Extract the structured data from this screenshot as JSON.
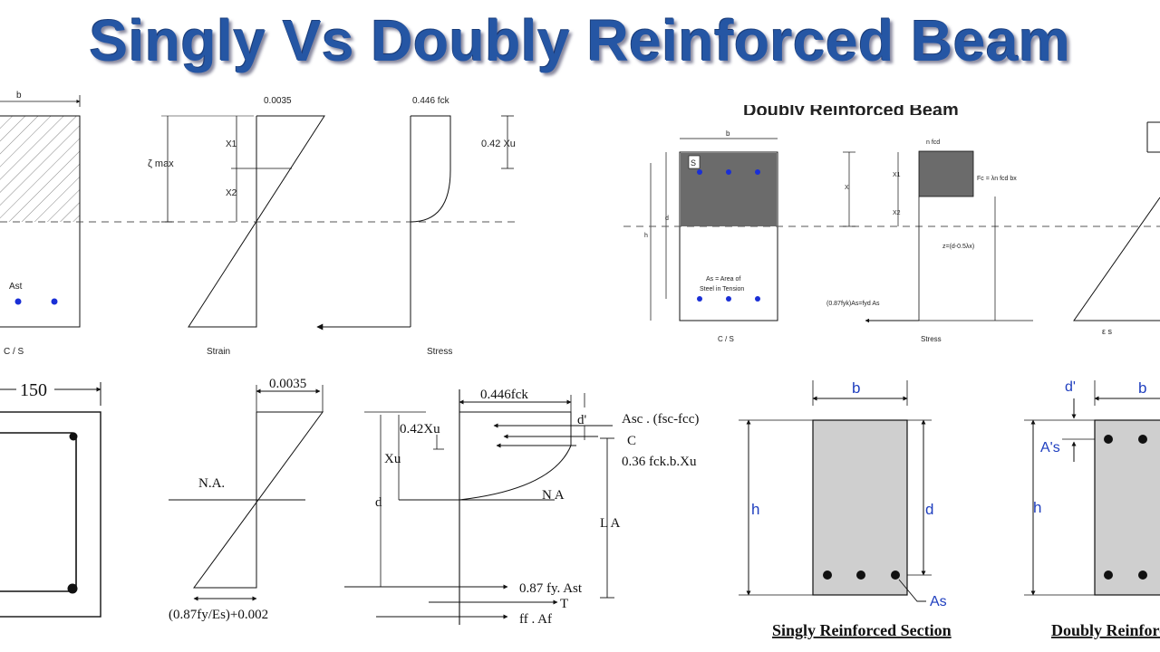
{
  "title": "Singly Vs Doubly Reinforced Beam",
  "colors": {
    "title": "#2556a4",
    "rebar_dot": "#1a2fd6",
    "label_blue": "#1f3fbf",
    "section_fill": "#cfcfcf",
    "compression_block": "#6b6b6b"
  },
  "top_left": {
    "dim_b": "b",
    "strain_top": "0.0035",
    "stress_top": "0.446 fck",
    "zeta_max": "ζ max",
    "x1": "X1",
    "x2": "X2",
    "xu_label": "0.42 Xu",
    "ast": "Ast",
    "cs": "C / S",
    "strain": "Strain",
    "stress": "Stress"
  },
  "top_right": {
    "heading_fragment": "Doubly Reinforced Beam",
    "dim_b": "b",
    "dim_d": "d",
    "dim_h": "h",
    "bar_label": "S",
    "n_fcd": "n fcd",
    "x": "X",
    "x1": "X1",
    "x2": "X2",
    "fc": "Fc = λn fcd bx",
    "z": "z=(d-0.5λx)",
    "as_line1": "As = Area of",
    "as_line2": "Steel in Tension",
    "ft": "(0.87fyk)As=fyd As",
    "cs": "C / S",
    "stress": "Stress",
    "eps": "ε s"
  },
  "bottom_left": {
    "dim_150": "150",
    "strain_top": "0.0035",
    "na1": "N.A.",
    "strain_bottom": "(0.87fy/Es)+0.002",
    "stress_top": "0.446fck",
    "xu042": "0.42Xu",
    "xu": "Xu",
    "d": "d",
    "dprime": "d'",
    "na2": "N A",
    "asc": "Asc . (fsc-fcc)",
    "c": "C",
    "c_val": "0.36 fck.b.Xu",
    "la": "L A",
    "t_val": "0.87 fy. Ast",
    "t": "T",
    "af": "ff . Af"
  },
  "bottom_right": {
    "b1": "b",
    "h1": "h",
    "d1": "d",
    "as": "As",
    "singly_caption": "Singly Reinforced Section",
    "dprime": "d'",
    "b2": "b",
    "asprime": "A's",
    "h2": "h",
    "doubly_caption": "Doubly Reinforced Section"
  }
}
